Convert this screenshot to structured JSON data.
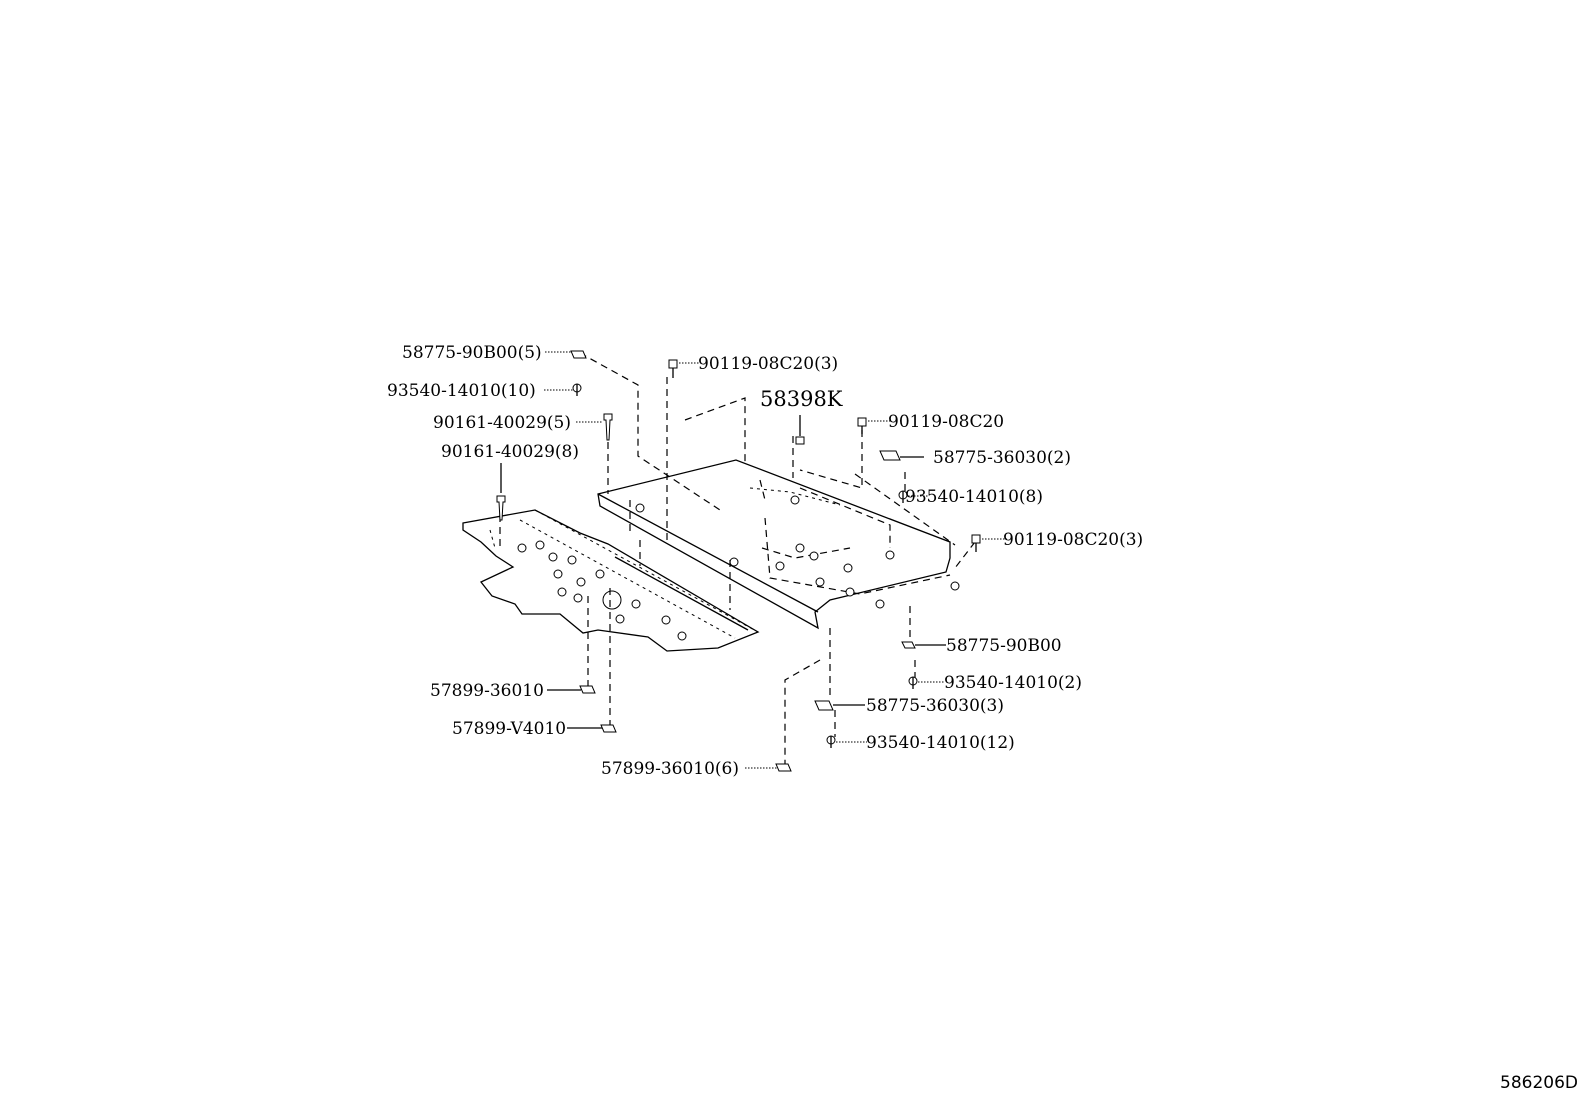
{
  "parts": {
    "clip_58775_90b00_5": "58775-90B00(5)",
    "screw_93540_14010_10": "93540-14010(10)",
    "bolt_90161_40029_5": "90161-40029(5)",
    "bolt_90161_40029_8": "90161-40029(8)",
    "bolt_90119_08c20_3_top": "90119-08C20(3)",
    "cover_58398k": "58398K",
    "bolt_90119_08c20": "90119-08C20",
    "clip_58775_36030_2": "58775-36030(2)",
    "screw_93540_14010_8": "93540-14010(8)",
    "bolt_90119_08c20_3_right": "90119-08C20(3)",
    "clip_58775_90b00": "58775-90B00",
    "screw_93540_14010_2": "93540-14010(2)",
    "clip_58775_36030_3": "58775-36030(3)",
    "screw_93540_14010_12": "93540-14010(12)",
    "nut_57899_36010": "57899-36010",
    "nut_57899_v4010": "57899-V4010",
    "nut_57899_36010_6": "57899-36010(6)"
  },
  "figure_ref": "586206D"
}
